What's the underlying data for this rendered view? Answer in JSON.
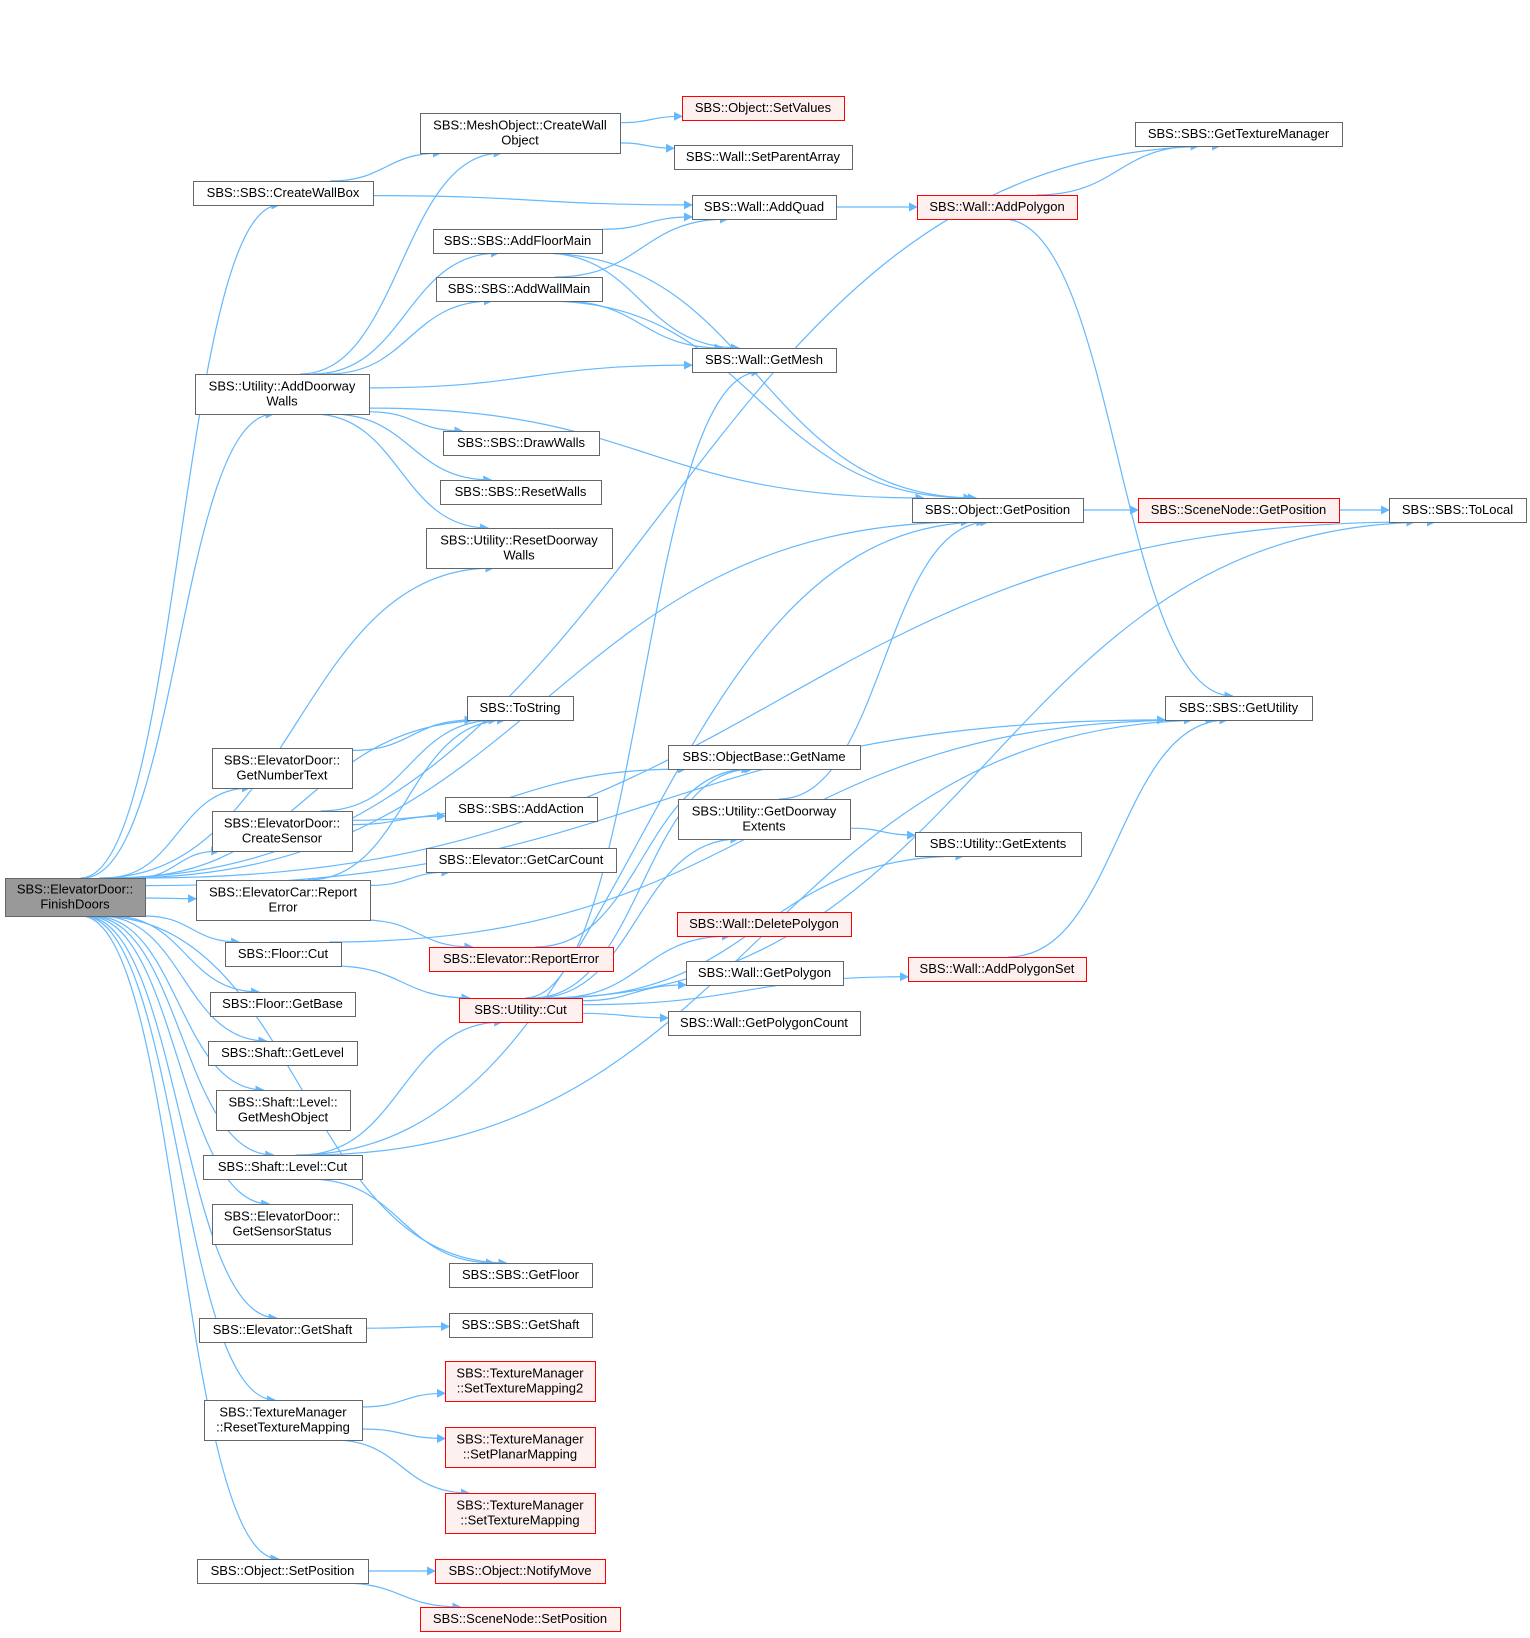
{
  "colors": {
    "edge": "#63b8ff",
    "node_border": "#666666",
    "node_fill": "#ffffff",
    "root_fill": "#999999",
    "root_border": "#666666",
    "red_border": "#ff0000",
    "red_fill": "#fff0f0",
    "text": "#000000"
  },
  "root": {
    "id": "finish",
    "lines": [
      "SBS::ElevatorDoor::",
      "FinishDoors"
    ]
  },
  "nodes": [
    {
      "id": "finish",
      "lines": [
        "SBS::ElevatorDoor::",
        "FinishDoors"
      ],
      "style": "root"
    },
    {
      "id": "createwallbox",
      "lines": [
        "SBS::SBS::CreateWallBox"
      ],
      "style": "normal"
    },
    {
      "id": "adddoorway",
      "lines": [
        "SBS::Utility::AddDoorway",
        "Walls"
      ],
      "style": "normal"
    },
    {
      "id": "getnumbertext",
      "lines": [
        "SBS::ElevatorDoor::",
        "GetNumberText"
      ],
      "style": "normal"
    },
    {
      "id": "createsensor",
      "lines": [
        "SBS::ElevatorDoor::",
        "CreateSensor"
      ],
      "style": "normal"
    },
    {
      "id": "carreporterror",
      "lines": [
        "SBS::ElevatorCar::Report",
        "Error"
      ],
      "style": "normal"
    },
    {
      "id": "floorcut",
      "lines": [
        "SBS::Floor::Cut"
      ],
      "style": "normal"
    },
    {
      "id": "floorgetbase",
      "lines": [
        "SBS::Floor::GetBase"
      ],
      "style": "normal"
    },
    {
      "id": "shaftgetlevel",
      "lines": [
        "SBS::Shaft::GetLevel"
      ],
      "style": "normal"
    },
    {
      "id": "levelgetmesh",
      "lines": [
        "SBS::Shaft::Level::",
        "GetMeshObject"
      ],
      "style": "normal"
    },
    {
      "id": "levelcut",
      "lines": [
        "SBS::Shaft::Level::Cut"
      ],
      "style": "normal"
    },
    {
      "id": "getsensorstatus",
      "lines": [
        "SBS::ElevatorDoor::",
        "GetSensorStatus"
      ],
      "style": "normal"
    },
    {
      "id": "elevgetshaft",
      "lines": [
        "SBS::Elevator::GetShaft"
      ],
      "style": "normal"
    },
    {
      "id": "resettexmap",
      "lines": [
        "SBS::TextureManager",
        "::ResetTextureMapping"
      ],
      "style": "normal"
    },
    {
      "id": "objsetposition",
      "lines": [
        "SBS::Object::SetPosition"
      ],
      "style": "normal"
    },
    {
      "id": "createwallobj",
      "lines": [
        "SBS::MeshObject::CreateWall",
        "Object"
      ],
      "style": "normal"
    },
    {
      "id": "addfloormain",
      "lines": [
        "SBS::SBS::AddFloorMain"
      ],
      "style": "normal"
    },
    {
      "id": "addwallmain",
      "lines": [
        "SBS::SBS::AddWallMain"
      ],
      "style": "normal"
    },
    {
      "id": "drawwalls",
      "lines": [
        "SBS::SBS::DrawWalls"
      ],
      "style": "normal"
    },
    {
      "id": "resetwalls",
      "lines": [
        "SBS::SBS::ResetWalls"
      ],
      "style": "normal"
    },
    {
      "id": "resetdoorway",
      "lines": [
        "SBS::Utility::ResetDoorway",
        "Walls"
      ],
      "style": "normal"
    },
    {
      "id": "tostring",
      "lines": [
        "SBS::ToString"
      ],
      "style": "normal"
    },
    {
      "id": "addaction",
      "lines": [
        "SBS::SBS::AddAction"
      ],
      "style": "normal"
    },
    {
      "id": "getcarcount",
      "lines": [
        "SBS::Elevator::GetCarCount"
      ],
      "style": "normal"
    },
    {
      "id": "elevreporterror",
      "lines": [
        "SBS::Elevator::ReportError"
      ],
      "style": "red"
    },
    {
      "id": "utilcut",
      "lines": [
        "SBS::Utility::Cut"
      ],
      "style": "red"
    },
    {
      "id": "getfloor",
      "lines": [
        "SBS::SBS::GetFloor"
      ],
      "style": "normal"
    },
    {
      "id": "getshaft",
      "lines": [
        "SBS::SBS::GetShaft"
      ],
      "style": "normal"
    },
    {
      "id": "settexmap2",
      "lines": [
        "SBS::TextureManager",
        "::SetTextureMapping2"
      ],
      "style": "red"
    },
    {
      "id": "setplanar",
      "lines": [
        "SBS::TextureManager",
        "::SetPlanarMapping"
      ],
      "style": "red"
    },
    {
      "id": "settexmap",
      "lines": [
        "SBS::TextureManager",
        "::SetTextureMapping"
      ],
      "style": "red"
    },
    {
      "id": "notifymove",
      "lines": [
        "SBS::Object::NotifyMove"
      ],
      "style": "red"
    },
    {
      "id": "scenesetpos",
      "lines": [
        "SBS::SceneNode::SetPosition"
      ],
      "style": "red"
    },
    {
      "id": "setvalues",
      "lines": [
        "SBS::Object::SetValues"
      ],
      "style": "red"
    },
    {
      "id": "setparentarray",
      "lines": [
        "SBS::Wall::SetParentArray"
      ],
      "style": "normal"
    },
    {
      "id": "addquad",
      "lines": [
        "SBS::Wall::AddQuad"
      ],
      "style": "normal"
    },
    {
      "id": "getmesh",
      "lines": [
        "SBS::Wall::GetMesh"
      ],
      "style": "normal"
    },
    {
      "id": "getname",
      "lines": [
        "SBS::ObjectBase::GetName"
      ],
      "style": "normal"
    },
    {
      "id": "getdoorwayext",
      "lines": [
        "SBS::Utility::GetDoorway",
        "Extents"
      ],
      "style": "normal"
    },
    {
      "id": "deletepoly",
      "lines": [
        "SBS::Wall::DeletePolygon"
      ],
      "style": "red"
    },
    {
      "id": "getpolygon",
      "lines": [
        "SBS::Wall::GetPolygon"
      ],
      "style": "normal"
    },
    {
      "id": "getpolycount",
      "lines": [
        "SBS::Wall::GetPolygonCount"
      ],
      "style": "normal"
    },
    {
      "id": "addpolygon",
      "lines": [
        "SBS::Wall::AddPolygon"
      ],
      "style": "red"
    },
    {
      "id": "objgetpos",
      "lines": [
        "SBS::Object::GetPosition"
      ],
      "style": "normal"
    },
    {
      "id": "getextents",
      "lines": [
        "SBS::Utility::GetExtents"
      ],
      "style": "normal"
    },
    {
      "id": "addpolyset",
      "lines": [
        "SBS::Wall::AddPolygonSet"
      ],
      "style": "red"
    },
    {
      "id": "gettexmgr",
      "lines": [
        "SBS::SBS::GetTextureManager"
      ],
      "style": "normal"
    },
    {
      "id": "scenegetpos",
      "lines": [
        "SBS::SceneNode::GetPosition"
      ],
      "style": "red"
    },
    {
      "id": "getutility",
      "lines": [
        "SBS::SBS::GetUtility"
      ],
      "style": "normal"
    },
    {
      "id": "tolocal",
      "lines": [
        "SBS::SBS::ToLocal"
      ],
      "style": "normal"
    }
  ],
  "edges": [
    [
      "finish",
      "createwallbox"
    ],
    [
      "finish",
      "adddoorway"
    ],
    [
      "finish",
      "getnumbertext"
    ],
    [
      "finish",
      "createsensor"
    ],
    [
      "finish",
      "carreporterror"
    ],
    [
      "finish",
      "floorcut"
    ],
    [
      "finish",
      "floorgetbase"
    ],
    [
      "finish",
      "shaftgetlevel"
    ],
    [
      "finish",
      "levelgetmesh"
    ],
    [
      "finish",
      "levelcut"
    ],
    [
      "finish",
      "getsensorstatus"
    ],
    [
      "finish",
      "elevgetshaft"
    ],
    [
      "finish",
      "resettexmap"
    ],
    [
      "finish",
      "objsetposition"
    ],
    [
      "finish",
      "tostring"
    ],
    [
      "finish",
      "resetdoorway"
    ],
    [
      "finish",
      "objgetpos"
    ],
    [
      "finish",
      "getutility"
    ],
    [
      "finish",
      "gettexmgr"
    ],
    [
      "finish",
      "tolocal"
    ],
    [
      "finish",
      "getfloor"
    ],
    [
      "createwallbox",
      "createwallobj"
    ],
    [
      "createwallbox",
      "addquad"
    ],
    [
      "adddoorway",
      "createwallobj"
    ],
    [
      "adddoorway",
      "addfloormain"
    ],
    [
      "adddoorway",
      "addwallmain"
    ],
    [
      "adddoorway",
      "getmesh"
    ],
    [
      "adddoorway",
      "drawwalls"
    ],
    [
      "adddoorway",
      "resetwalls"
    ],
    [
      "adddoorway",
      "resetdoorway"
    ],
    [
      "adddoorway",
      "objgetpos"
    ],
    [
      "getnumbertext",
      "tostring"
    ],
    [
      "createsensor",
      "tostring"
    ],
    [
      "createsensor",
      "getname"
    ],
    [
      "createsensor",
      "addaction"
    ],
    [
      "carreporterror",
      "tostring"
    ],
    [
      "carreporterror",
      "getcarcount"
    ],
    [
      "carreporterror",
      "elevreporterror"
    ],
    [
      "floorcut",
      "getutility"
    ],
    [
      "floorcut",
      "utilcut"
    ],
    [
      "levelcut",
      "utilcut"
    ],
    [
      "levelcut",
      "getfloor"
    ],
    [
      "levelcut",
      "objgetpos"
    ],
    [
      "levelcut",
      "getutility"
    ],
    [
      "elevgetshaft",
      "getshaft"
    ],
    [
      "resettexmap",
      "settexmap2"
    ],
    [
      "resettexmap",
      "setplanar"
    ],
    [
      "resettexmap",
      "settexmap"
    ],
    [
      "objsetposition",
      "notifymove"
    ],
    [
      "objsetposition",
      "scenesetpos"
    ],
    [
      "createwallobj",
      "setvalues"
    ],
    [
      "createwallobj",
      "setparentarray"
    ],
    [
      "addfloormain",
      "addquad"
    ],
    [
      "addfloormain",
      "getmesh"
    ],
    [
      "addfloormain",
      "objgetpos"
    ],
    [
      "addwallmain",
      "addquad"
    ],
    [
      "addwallmain",
      "getmesh"
    ],
    [
      "addwallmain",
      "objgetpos"
    ],
    [
      "elevreporterror",
      "getname"
    ],
    [
      "utilcut",
      "getmesh"
    ],
    [
      "utilcut",
      "getname"
    ],
    [
      "utilcut",
      "getdoorwayext"
    ],
    [
      "utilcut",
      "getextents"
    ],
    [
      "utilcut",
      "deletepoly"
    ],
    [
      "utilcut",
      "getpolygon"
    ],
    [
      "utilcut",
      "getpolycount"
    ],
    [
      "utilcut",
      "addpolyset"
    ],
    [
      "utilcut",
      "tolocal"
    ],
    [
      "addquad",
      "addpolygon"
    ],
    [
      "getdoorwayext",
      "objgetpos"
    ],
    [
      "getdoorwayext",
      "getextents"
    ],
    [
      "addpolygon",
      "gettexmgr"
    ],
    [
      "addpolygon",
      "getutility"
    ],
    [
      "objgetpos",
      "scenegetpos"
    ],
    [
      "addpolyset",
      "getutility"
    ],
    [
      "scenegetpos",
      "tolocal"
    ]
  ]
}
